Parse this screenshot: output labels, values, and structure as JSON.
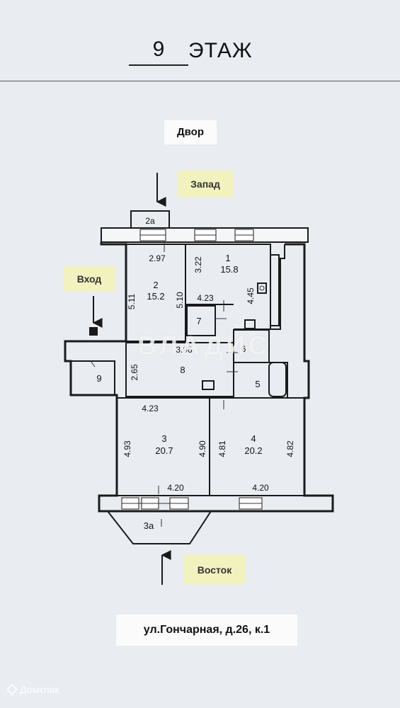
{
  "header": {
    "floor_number": "9",
    "floor_word": "ЭТАЖ"
  },
  "labels": {
    "yard": "Двор",
    "west": "Запад",
    "entry": "Вход",
    "east": "Восток",
    "address": "ул.Гончарная, д.26, к.1"
  },
  "rooms": [
    {
      "id": "1",
      "area": "15.8",
      "dims": [
        "3.22",
        "4.45"
      ]
    },
    {
      "id": "2",
      "area": "15.2",
      "dims": [
        "2.97",
        "5.11",
        "5.10"
      ]
    },
    {
      "id": "2a"
    },
    {
      "id": "3",
      "area": "20.7",
      "dims": [
        "4.93",
        "4.90",
        "4.20"
      ]
    },
    {
      "id": "3a"
    },
    {
      "id": "4",
      "area": "20.2",
      "dims": [
        "4.81",
        "4.82",
        "4.20"
      ]
    },
    {
      "id": "5"
    },
    {
      "id": "6"
    },
    {
      "id": "7"
    },
    {
      "id": "8",
      "dims": [
        "3.96",
        "2.65",
        "4.23"
      ]
    },
    {
      "id": "9"
    }
  ],
  "dim_extra": "4.23",
  "watermark": "ВЛАДИС",
  "brand": "Домклик",
  "colors": {
    "background": "#e9edf1",
    "label_fill": "#f2f2bf",
    "line": "#1a1a1a"
  }
}
